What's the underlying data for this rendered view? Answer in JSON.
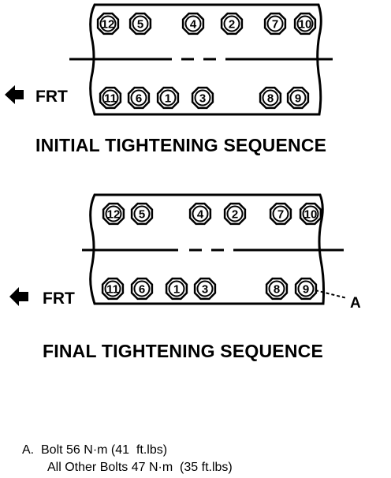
{
  "initial": {
    "caption": "INITIAL TIGHTENING SEQUENCE",
    "direction_label": "FRT",
    "top_row": [
      "12",
      "5",
      "4",
      "2",
      "7",
      "10"
    ],
    "bottom_row": [
      "11",
      "6",
      "1",
      "3",
      "8",
      "9"
    ]
  },
  "final": {
    "caption": "FINAL TIGHTENING SEQUENCE",
    "direction_label": "FRT",
    "top_row": [
      "12",
      "5",
      "4",
      "2",
      "7",
      "10"
    ],
    "bottom_row": [
      "11",
      "6",
      "1",
      "3",
      "8",
      "9"
    ],
    "callout": "A"
  },
  "notes": {
    "line1": "A.  Bolt 56 N·m (41  ft.lbs)",
    "line2": "All Other Bolts 47 N·m  (35 ft.lbs)"
  }
}
